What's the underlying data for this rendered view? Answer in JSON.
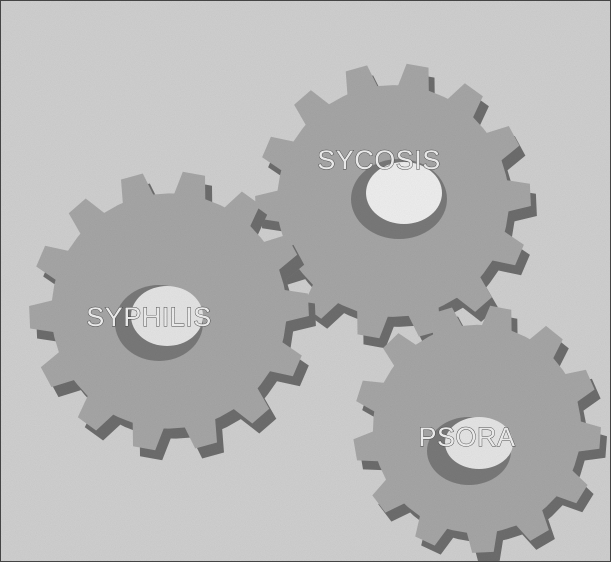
{
  "gears": [
    {
      "label": "SYCOSIS"
    },
    {
      "label": "SYPHILIS"
    },
    {
      "label": "PSORA"
    }
  ],
  "colors": {
    "background": "#d3d3d3",
    "gear_face": "#a9a9a9",
    "gear_edge": "#6f6f6f",
    "gear_hole": "#f2f2f2",
    "label_fill": "#f2f2f2",
    "label_stroke": "#4a4a4a"
  }
}
